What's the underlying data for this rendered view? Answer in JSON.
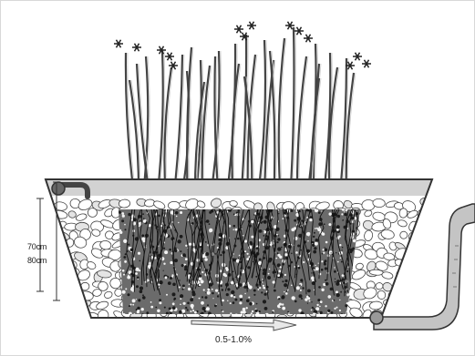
{
  "diagram": {
    "depth_inner": "70cm",
    "depth_outer": "80cm",
    "slope": "0.5-1.0%"
  },
  "colors": {
    "outline": "#333333",
    "water": "#cfcfcf",
    "gravel_fill": "#ffffff",
    "root_zone": "#2b2b2b",
    "reed_stem": "#555555",
    "pipe_fill": "#bdbdbd"
  }
}
